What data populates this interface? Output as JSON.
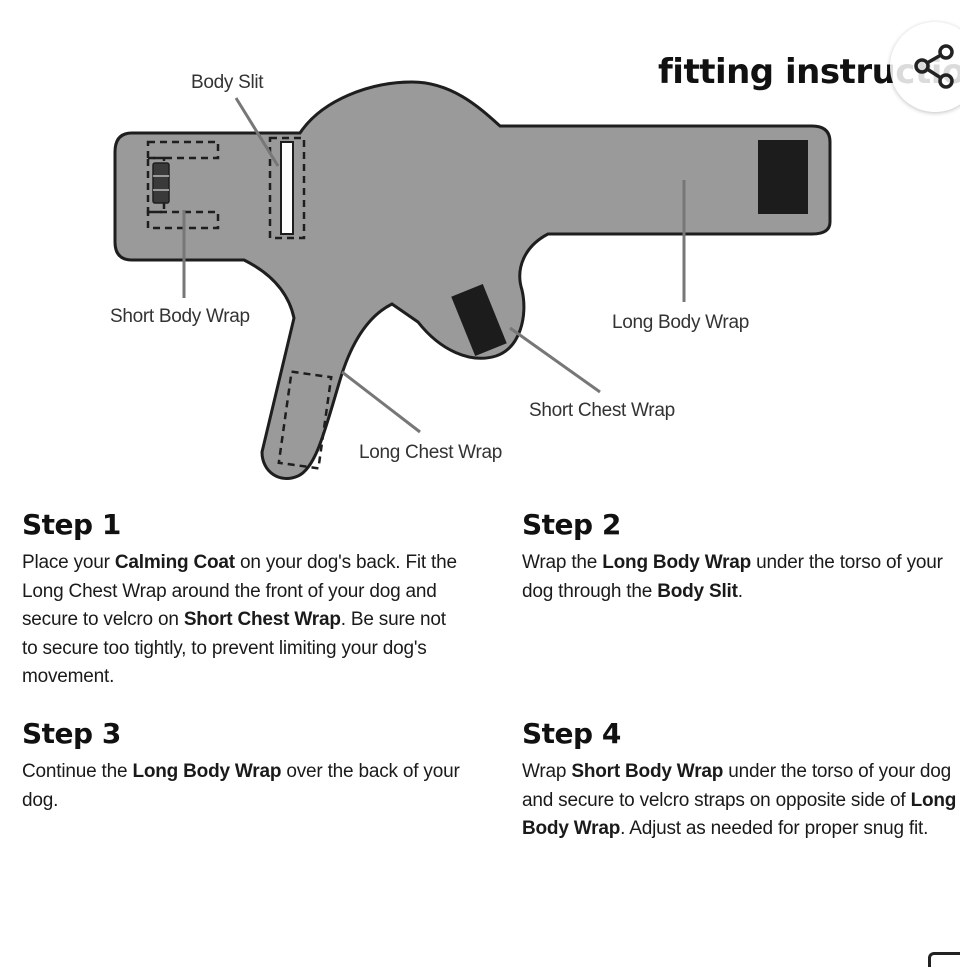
{
  "header": {
    "title": "fitting instructions"
  },
  "share": {
    "icon": "share-icon"
  },
  "diagram": {
    "fill_color": "#9a9a9a",
    "outline_color": "#1e1e1e",
    "labels": {
      "body_slit": "Body Slit",
      "short_body_wrap": "Short Body Wrap",
      "long_body_wrap": "Long Body Wrap",
      "short_chest_wrap": "Short Chest Wrap",
      "long_chest_wrap": "Long Chest Wrap"
    }
  },
  "steps": [
    {
      "title": "Step 1",
      "segments": [
        {
          "t": "Place your ",
          "b": false
        },
        {
          "t": "Calming Coat",
          "b": true
        },
        {
          "t": " on your dog's back. Fit the Long Chest Wrap around the front of your dog and secure to velcro on ",
          "b": false
        },
        {
          "t": "Short Chest Wrap",
          "b": true
        },
        {
          "t": ". Be sure not to secure too tightly, to prevent limiting your dog's movement.",
          "b": false
        }
      ]
    },
    {
      "title": "Step 2",
      "segments": [
        {
          "t": "Wrap the ",
          "b": false
        },
        {
          "t": "Long Body Wrap",
          "b": true
        },
        {
          "t": " under the torso of your dog through the ",
          "b": false
        },
        {
          "t": "Body Slit",
          "b": true
        },
        {
          "t": ".",
          "b": false
        }
      ]
    },
    {
      "title": "Step 3",
      "segments": [
        {
          "t": "Continue the ",
          "b": false
        },
        {
          "t": "Long Body Wrap",
          "b": true
        },
        {
          "t": " over the back of your dog.",
          "b": false
        }
      ]
    },
    {
      "title": "Step 4",
      "segments": [
        {
          "t": "Wrap ",
          "b": false
        },
        {
          "t": "Short Body Wrap",
          "b": true
        },
        {
          "t": " under the torso of your dog and secure to velcro straps on opposite side of ",
          "b": false
        },
        {
          "t": "Long Body Wrap",
          "b": true
        },
        {
          "t": ". Adjust as needed for proper snug fit.",
          "b": false
        }
      ]
    }
  ]
}
